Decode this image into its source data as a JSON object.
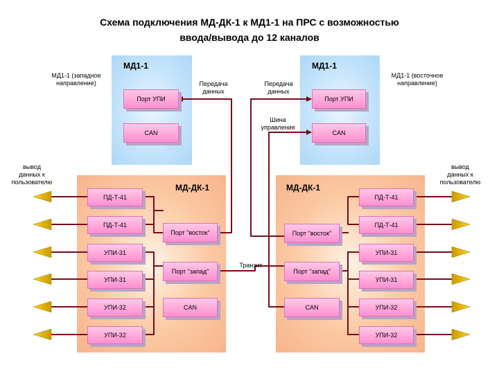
{
  "title": {
    "line1": "Схема подключения МД-ДК-1 к МД1-1 на ПРС с возможностью",
    "line2": "ввода/вывода до 12 каналов"
  },
  "md1_west": {
    "title": "МД1-1",
    "caption_line1": "МД1-1 (западное",
    "caption_line2": "направление)",
    "port_upi": "Порт УПИ",
    "can": "CAN"
  },
  "md1_east": {
    "title": "МД1-1",
    "caption_line1": "МД1-1 (восточное",
    "caption_line2": "направление)",
    "port_upi": "Порт УПИ",
    "can": "CAN"
  },
  "mddk_left": {
    "title": "МД-ДК-1",
    "ports": [
      "ПД-Т-41",
      "ПД-Т-41",
      "УПИ-31",
      "УПИ-31",
      "УПИ-32",
      "УПИ-32"
    ],
    "port_east": "Порт \"восток\"",
    "port_west": "Порт \"запад\"",
    "can": "CAN"
  },
  "mddk_right": {
    "title": "МД-ДК-1",
    "ports": [
      "ПД-Т-41",
      "ПД-Т-41",
      "УПИ-31",
      "УПИ-31",
      "УПИ-32",
      "УПИ-32"
    ],
    "port_east": "Порт \"восток\"",
    "port_west": "Порт \"запад\"",
    "can": "CAN"
  },
  "labels": {
    "data_tx_left_line1": "Передача",
    "data_tx_left_line2": "данных",
    "data_tx_right_line1": "Передача",
    "data_tx_right_line2": "данных",
    "control_bus_line1": "Шина",
    "control_bus_line2": "управления",
    "transit": "Транзит",
    "output_left_line1": "вывод",
    "output_left_line2": "данных к",
    "output_left_line3": "пользователю",
    "output_right_line1": "вывод",
    "output_right_line2": "данных к",
    "output_right_line3": "пользователю"
  },
  "colors": {
    "wire": "#7a0a1a",
    "arrow_fill": "#f2c200",
    "box_fill": "#ff9ed6",
    "panel_blue": "#c5e4fb",
    "panel_orange": "#fbc9a3"
  }
}
